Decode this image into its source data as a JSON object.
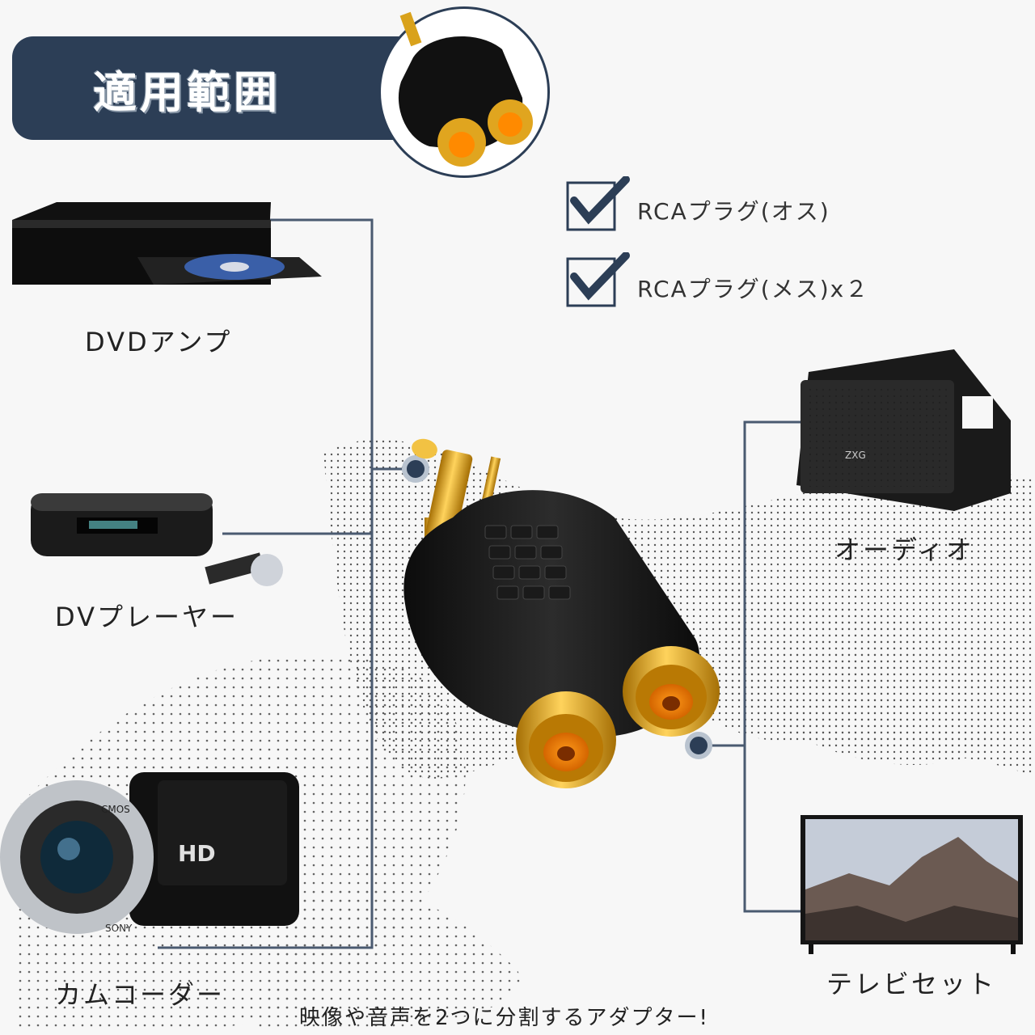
{
  "header": {
    "title": "適用範囲"
  },
  "features": [
    {
      "label": "RCAプラグ(オス)"
    },
    {
      "label": "RCAプラグ(メス)x２"
    }
  ],
  "devices_left": [
    {
      "label": "DVDアンプ"
    },
    {
      "label": "DVプレーヤー"
    },
    {
      "label": "カムコーダー"
    }
  ],
  "devices_right": [
    {
      "label": "オーディオ"
    },
    {
      "label": "テレビセット"
    }
  ],
  "device_marks": {
    "camera_badge": "HD",
    "camera_brand": "SONY",
    "camera_sensor": "CMOS",
    "speaker_brand": "ZXG"
  },
  "footer": {
    "caption": "映像や音声を2つに分割するアダプター!"
  },
  "colors": {
    "navy": "#2c3e56",
    "gold": "#d9a21b",
    "line": "#4a5a70"
  }
}
